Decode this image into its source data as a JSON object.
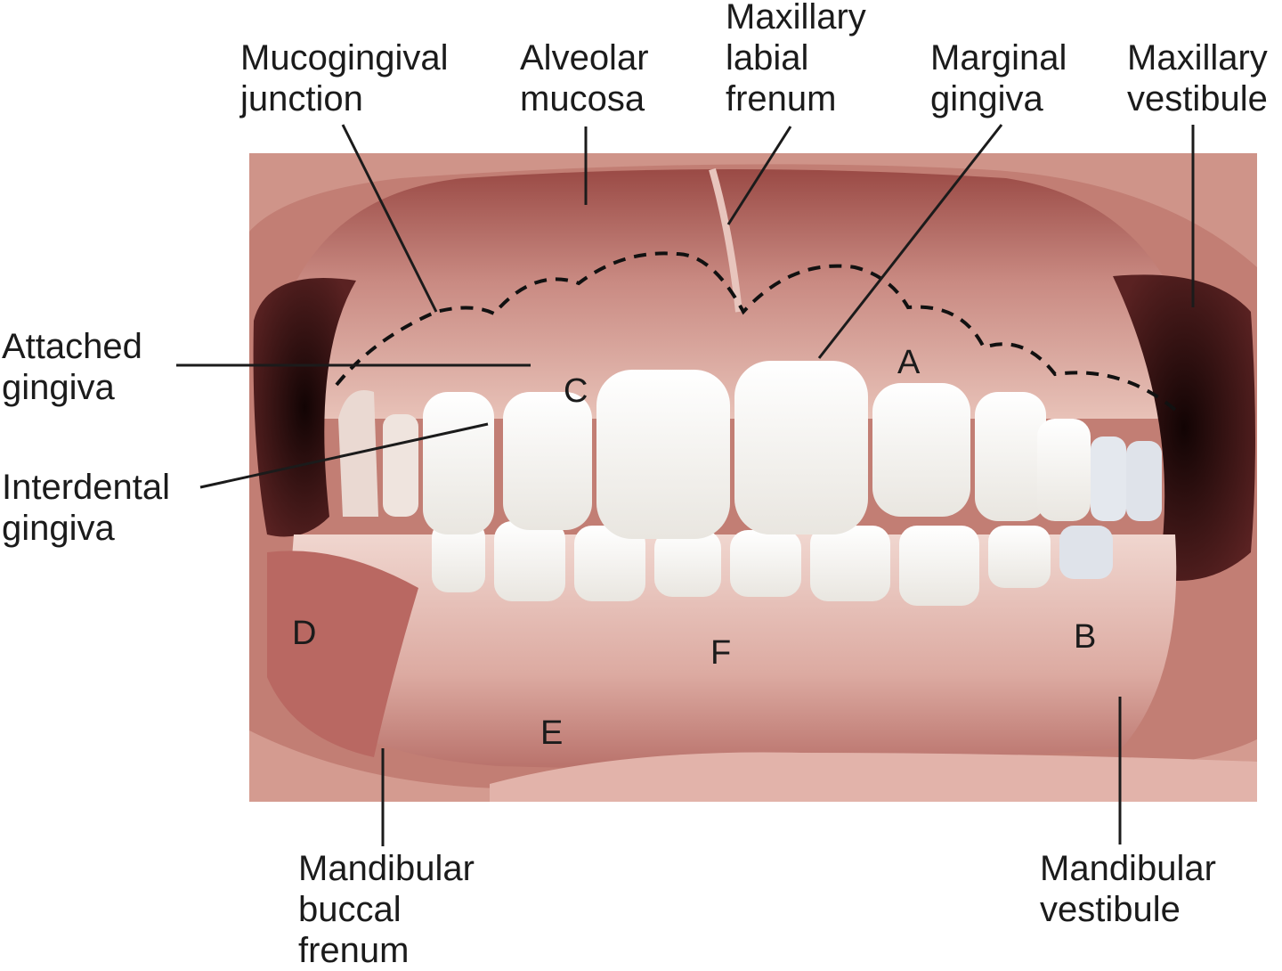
{
  "labels": {
    "mucogingival_junction": [
      "Mucogingival",
      "junction"
    ],
    "alveolar_mucosa": [
      "Alveolar",
      "mucosa"
    ],
    "maxillary_labial_frenum": [
      "Maxillary",
      "labial",
      "frenum"
    ],
    "marginal_gingiva": [
      "Marginal",
      "gingiva"
    ],
    "maxillary_vestibule": [
      "Maxillary",
      "vestibule"
    ],
    "attached_gingiva": [
      "Attached",
      "gingiva"
    ],
    "interdental_gingiva": [
      "Interdental",
      "gingiva"
    ],
    "mandibular_buccal_frenum": [
      "Mandibular",
      "buccal",
      "frenum"
    ],
    "mandibular_vestibule": [
      "Mandibular",
      "vestibule"
    ]
  },
  "letters": {
    "a": "A",
    "b": "B",
    "c": "C",
    "d": "D",
    "e": "E",
    "f": "F"
  },
  "colors": {
    "gingiva": "#d9a59c",
    "mucosa": "#b86a62",
    "teeth": "#f4f1ec",
    "mouth_dark": "#1a0a0a",
    "label_text": "#1b1b1b",
    "leader_line": "#1b1b1b"
  }
}
